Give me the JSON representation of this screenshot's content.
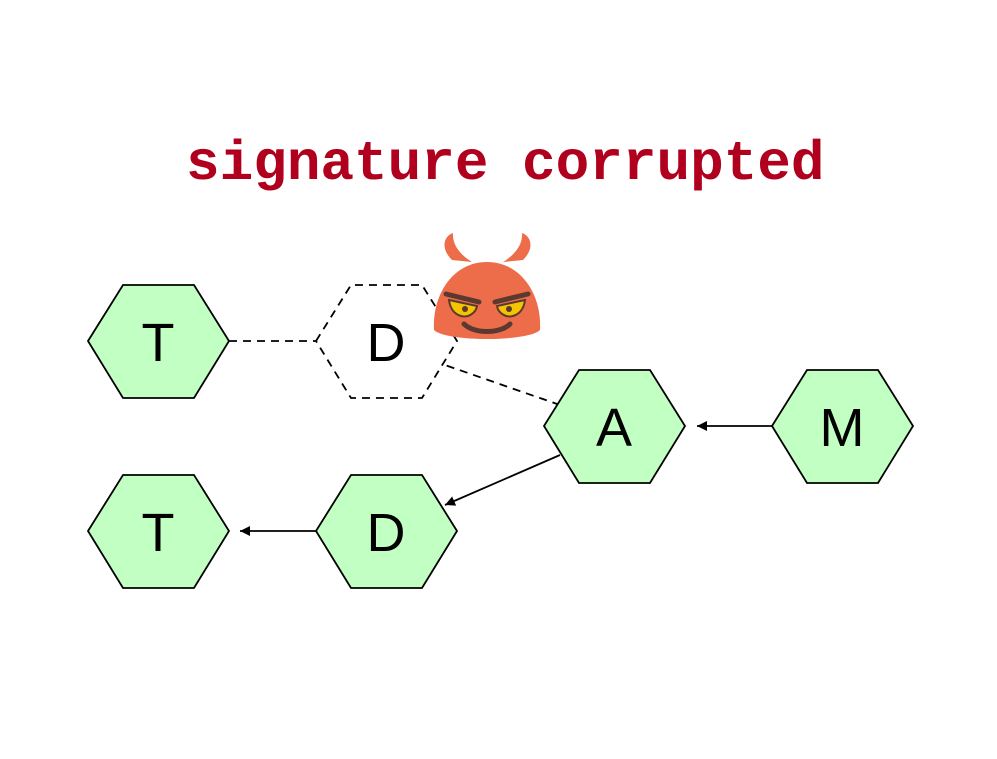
{
  "title": "signature corrupted",
  "nodes": [
    {
      "id": "t1",
      "label": "T",
      "style": "solid"
    },
    {
      "id": "d1",
      "label": "D",
      "style": "dashed"
    },
    {
      "id": "a",
      "label": "A",
      "style": "solid"
    },
    {
      "id": "m",
      "label": "M",
      "style": "solid"
    },
    {
      "id": "t2",
      "label": "T",
      "style": "solid"
    },
    {
      "id": "d2",
      "label": "D",
      "style": "solid"
    }
  ],
  "edges": [
    {
      "from": "m",
      "to": "a",
      "style": "solid",
      "arrow": true
    },
    {
      "from": "a",
      "to": "d2",
      "style": "solid",
      "arrow": true
    },
    {
      "from": "d2",
      "to": "t2",
      "style": "solid",
      "arrow": true
    },
    {
      "from": "a",
      "to": "d1",
      "style": "dashed",
      "arrow": false
    },
    {
      "from": "d1",
      "to": "t1",
      "style": "dashed",
      "arrow": false
    }
  ],
  "colors": {
    "node_fill": "#c2ffc2",
    "node_stroke": "#000000",
    "title": "#b0001e",
    "devil_body": "#ed6c4a",
    "devil_eyes": "#f5c400",
    "devil_features": "#5a3a30"
  },
  "icon": "smiling-devil-icon"
}
